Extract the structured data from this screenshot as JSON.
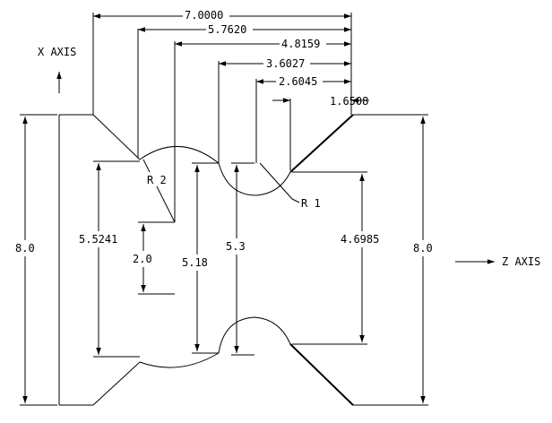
{
  "axes": {
    "x_axis_label": "X AXIS",
    "z_axis_label": "Z AXIS"
  },
  "dimensions": {
    "top": [
      "7.0000",
      "5.7620",
      "4.8159",
      "3.6027",
      "2.6045",
      "1.6508"
    ],
    "left_overall": "8.0",
    "right_overall": "8.0",
    "d_5_5241": "5.5241",
    "d_2_0": "2.0",
    "d_5_18": "5.18",
    "d_5_3": "5.3",
    "d_4_6985": "4.6985"
  },
  "radii": {
    "r2": "R 2",
    "r1": "R 1"
  }
}
